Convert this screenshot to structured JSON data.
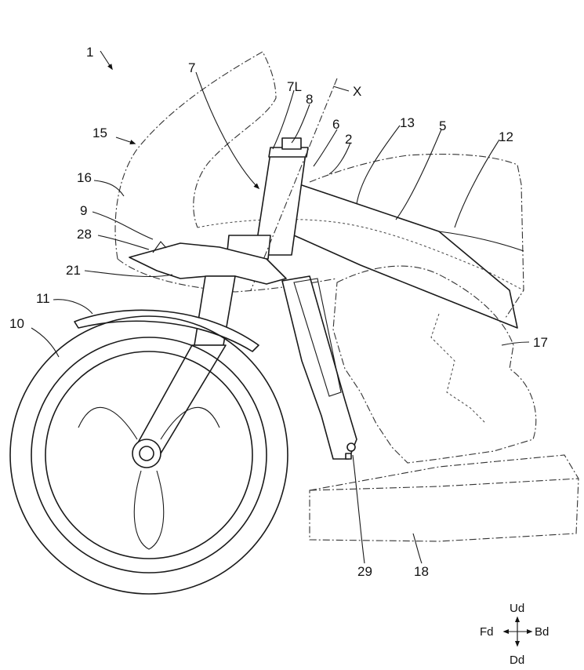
{
  "labels": {
    "n1": "1",
    "n15": "15",
    "n16": "16",
    "n9": "9",
    "n28": "28",
    "n21": "21",
    "n11": "11",
    "n10": "10",
    "n7": "7",
    "n7L": "7L",
    "n8": "8",
    "nX": "X",
    "n6": "6",
    "n2": "2",
    "n13": "13",
    "n5": "5",
    "n12": "12",
    "n17": "17",
    "n29": "29",
    "n18": "18"
  },
  "directions": {
    "up": "Ud",
    "down": "Dd",
    "forward": "Fd",
    "backward": "Bd"
  }
}
